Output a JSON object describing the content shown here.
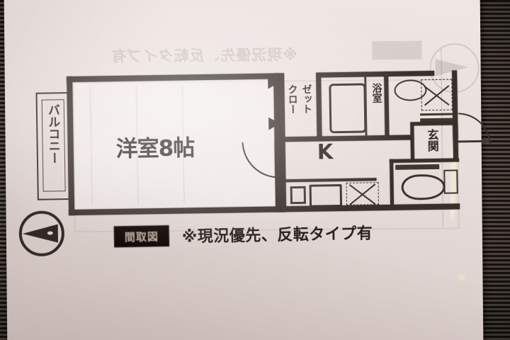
{
  "document": {
    "type": "japanese-apartment-floor-plan",
    "medium": "photographed paper printout"
  },
  "plan": {
    "rooms": [
      {
        "id": "balcony",
        "label": "バルコニー",
        "orientation": "vertical"
      },
      {
        "id": "main-room",
        "label": "洋室8帖",
        "orientation": "horizontal"
      },
      {
        "id": "closet",
        "label_col_1": "クロー",
        "label_col_2": "ゼット",
        "label_full": "クローゼット",
        "orientation": "vertical"
      },
      {
        "id": "bathroom",
        "label": "浴室",
        "orientation": "vertical"
      },
      {
        "id": "kitchen",
        "label": "K",
        "orientation": "horizontal"
      },
      {
        "id": "entrance",
        "label": "玄関",
        "orientation": "vertical"
      }
    ],
    "fixtures": [
      {
        "id": "bathtub",
        "name": "bathtub"
      },
      {
        "id": "washbasin",
        "name": "washbasin"
      },
      {
        "id": "toilet",
        "name": "toilet"
      },
      {
        "id": "kitchen-sink",
        "name": "kitchen-sink"
      },
      {
        "id": "kitchen-stove",
        "name": "stove-burners"
      },
      {
        "id": "storage-upper",
        "name": "storage-x-mark"
      },
      {
        "id": "storage-kitchen",
        "name": "storage-x-mark"
      },
      {
        "id": "door-swing",
        "name": "hinged-door-swing"
      },
      {
        "id": "shoe-box",
        "name": "shoe-cabinet"
      }
    ]
  },
  "caption": {
    "badge_label": "間取図",
    "note": "※現況優先、反転タイプ有"
  },
  "compass": {
    "name": "north-arrow",
    "direction_label": ""
  },
  "ghost": {
    "bleed_caption": "※現況優先、反転タイプ有"
  },
  "colors": {
    "ink": "#332b27",
    "paper": "#e8dedb",
    "background": "#1a1614",
    "badge": "#2b2320"
  }
}
